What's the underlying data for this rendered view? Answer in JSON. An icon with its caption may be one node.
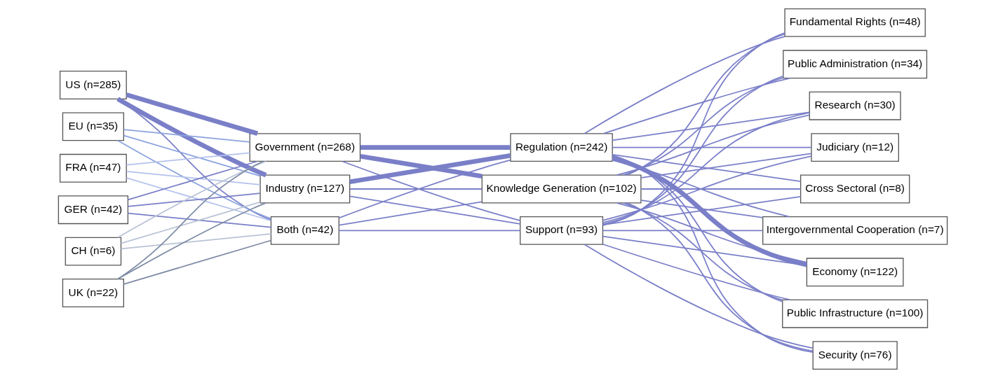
{
  "diagram": {
    "nodes": [
      {
        "text": [
          "US (n=285)"
        ]
      },
      {
        "text": [
          "EU (n=35)"
        ]
      },
      {
        "text": [
          "FRA (n=47)"
        ]
      },
      {
        "text": [
          "GER (n=42)"
        ]
      },
      {
        "text": [
          "CH (n=6)"
        ]
      },
      {
        "text": [
          "UK (n=22)"
        ]
      },
      {
        "text": [
          "Government (n=268)"
        ]
      },
      {
        "text": [
          "Industry (n=127)"
        ]
      },
      {
        "text": [
          "Both (n=42)"
        ]
      },
      {
        "text": [
          "Regulation (n=242)"
        ]
      },
      {
        "text": [
          "Knowledge Generation (n=102)"
        ]
      },
      {
        "text": [
          "Support (n=93)"
        ]
      },
      {
        "text": [
          "Economy (n=122)"
        ]
      },
      {
        "text": [
          "Public Infrastructure (n=100)"
        ]
      },
      {
        "text": [
          "Security (n=76)"
        ]
      },
      {
        "text": [
          "Fundamental Rights (n=48)"
        ]
      },
      {
        "text": [
          "Public Administration (n=34)"
        ]
      },
      {
        "text": [
          "Research (n=30)"
        ]
      },
      {
        "text": [
          "Judiciary (n=12)"
        ]
      },
      {
        "text": [
          "Cross Sectoral (n=8)"
        ]
      },
      {
        "text": [
          "Intergovernmental Cooperation (n=7)"
        ]
      }
    ],
    "edges": [
      {
        "from": 0,
        "to": 6,
        "arrow": "none",
        "style": "thick"
      },
      {
        "from": 0,
        "to": 7,
        "arrow": "none",
        "style": "thick"
      },
      {
        "from": 0,
        "to": 8,
        "arrow": "none"
      },
      {
        "from": 1,
        "to": 6,
        "arrow": "none",
        "color": "#8aa3df"
      },
      {
        "from": 1,
        "to": 7,
        "arrow": "none",
        "color": "#8aa3df"
      },
      {
        "from": 1,
        "to": 8,
        "arrow": "none",
        "color": "#8aa3df"
      },
      {
        "from": 2,
        "to": 6,
        "arrow": "none",
        "color": "#b4c2ec"
      },
      {
        "from": 2,
        "to": 7,
        "arrow": "none",
        "color": "#b4c2ec"
      },
      {
        "from": 2,
        "to": 8,
        "arrow": "none",
        "color": "#b4c2ec"
      },
      {
        "from": 3,
        "to": 6,
        "arrow": "none"
      },
      {
        "from": 3,
        "to": 7,
        "arrow": "none"
      },
      {
        "from": 3,
        "to": 8,
        "arrow": "none"
      },
      {
        "from": 4,
        "to": 6,
        "arrow": "none",
        "color": "#b9c3d6"
      },
      {
        "from": 4,
        "to": 7,
        "arrow": "none",
        "color": "#b9c3d6"
      },
      {
        "from": 4,
        "to": 8,
        "arrow": "none",
        "color": "#b9c3d6"
      },
      {
        "from": 5,
        "to": 6,
        "arrow": "none",
        "color": "#7f8ba6"
      },
      {
        "from": 5,
        "to": 7,
        "arrow": "none",
        "color": "#7f8ba6"
      },
      {
        "from": 5,
        "to": 8,
        "arrow": "none",
        "color": "#7f8ba6"
      },
      {
        "from": 6,
        "to": 9,
        "arrow": "none",
        "style": "thick"
      },
      {
        "from": 6,
        "to": 10,
        "arrow": "none",
        "style": "thick"
      },
      {
        "from": 6,
        "to": 11,
        "arrow": "none"
      },
      {
        "from": 7,
        "to": 9,
        "arrow": "none",
        "style": "thick"
      },
      {
        "from": 7,
        "to": 10,
        "arrow": "none"
      },
      {
        "from": 7,
        "to": 11,
        "arrow": "none"
      },
      {
        "from": 8,
        "to": 9,
        "arrow": "none"
      },
      {
        "from": 8,
        "to": 10,
        "arrow": "none"
      },
      {
        "from": 8,
        "to": 11,
        "arrow": "none"
      },
      {
        "from": 9,
        "to": 12,
        "arrow": "none",
        "style": "thick"
      },
      {
        "from": 9,
        "to": 13,
        "arrow": "none"
      },
      {
        "from": 9,
        "to": 14,
        "arrow": "none"
      },
      {
        "from": 9,
        "to": 15,
        "arrow": "none"
      },
      {
        "from": 9,
        "to": 16,
        "arrow": "none"
      },
      {
        "from": 9,
        "to": 17,
        "arrow": "none"
      },
      {
        "from": 9,
        "to": 18,
        "arrow": "none"
      },
      {
        "from": 9,
        "to": 19,
        "arrow": "none"
      },
      {
        "from": 9,
        "to": 20,
        "arrow": "none"
      },
      {
        "from": 10,
        "to": 12,
        "arrow": "none"
      },
      {
        "from": 10,
        "to": 13,
        "arrow": "none"
      },
      {
        "from": 10,
        "to": 14,
        "arrow": "none"
      },
      {
        "from": 10,
        "to": 15,
        "arrow": "none"
      },
      {
        "from": 10,
        "to": 16,
        "arrow": "none"
      },
      {
        "from": 10,
        "to": 17,
        "arrow": "none"
      },
      {
        "from": 10,
        "to": 18,
        "arrow": "none"
      },
      {
        "from": 10,
        "to": 19,
        "arrow": "none"
      },
      {
        "from": 10,
        "to": 20,
        "arrow": "none"
      },
      {
        "from": 11,
        "to": 12,
        "arrow": "none"
      },
      {
        "from": 11,
        "to": 13,
        "arrow": "none"
      },
      {
        "from": 11,
        "to": 14,
        "arrow": "none"
      },
      {
        "from": 11,
        "to": 15,
        "arrow": "none"
      },
      {
        "from": 11,
        "to": 16,
        "arrow": "none"
      },
      {
        "from": 11,
        "to": 17,
        "arrow": "none"
      },
      {
        "from": 11,
        "to": 18,
        "arrow": "none"
      },
      {
        "from": 11,
        "to": 19,
        "arrow": "none"
      },
      {
        "from": 11,
        "to": 20,
        "arrow": "none"
      }
    ]
  }
}
